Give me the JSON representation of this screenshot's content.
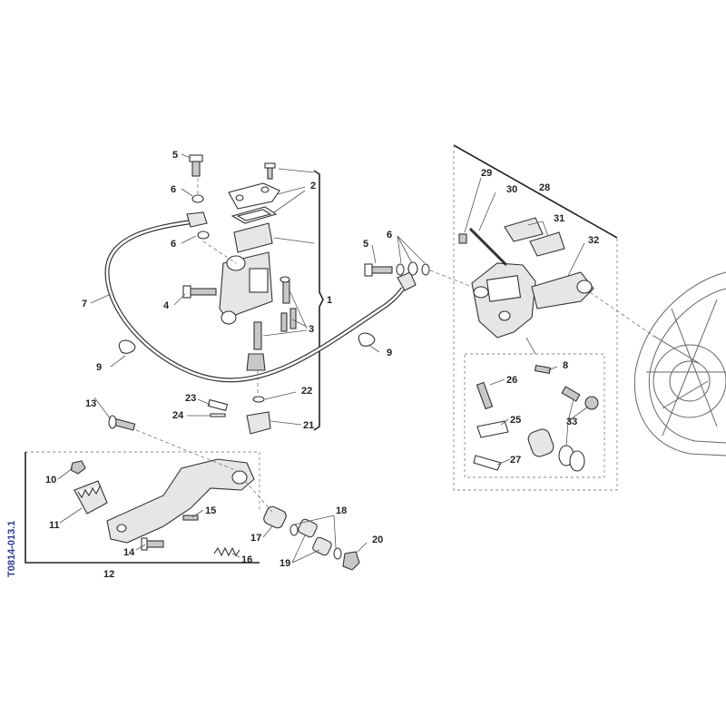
{
  "drawing_code": "T0814-013.1",
  "callouts": {
    "c1": "1",
    "c2": "2",
    "c3": "3",
    "c4": "4",
    "c5a": "5",
    "c5b": "5",
    "c6a": "6",
    "c6b": "6",
    "c6c": "6",
    "c7": "7",
    "c8": "8",
    "c9a": "9",
    "c9b": "9",
    "c10": "10",
    "c11": "11",
    "c12": "12",
    "c13": "13",
    "c14": "14",
    "c15": "15",
    "c16": "16",
    "c17": "17",
    "c18": "18",
    "c19": "19",
    "c20": "20",
    "c21": "21",
    "c22": "22",
    "c23": "23",
    "c24": "24",
    "c25": "25",
    "c26": "26",
    "c27": "27",
    "c28": "28",
    "c29": "29",
    "c30": "30",
    "c31": "31",
    "c32": "32",
    "c33": "33"
  }
}
